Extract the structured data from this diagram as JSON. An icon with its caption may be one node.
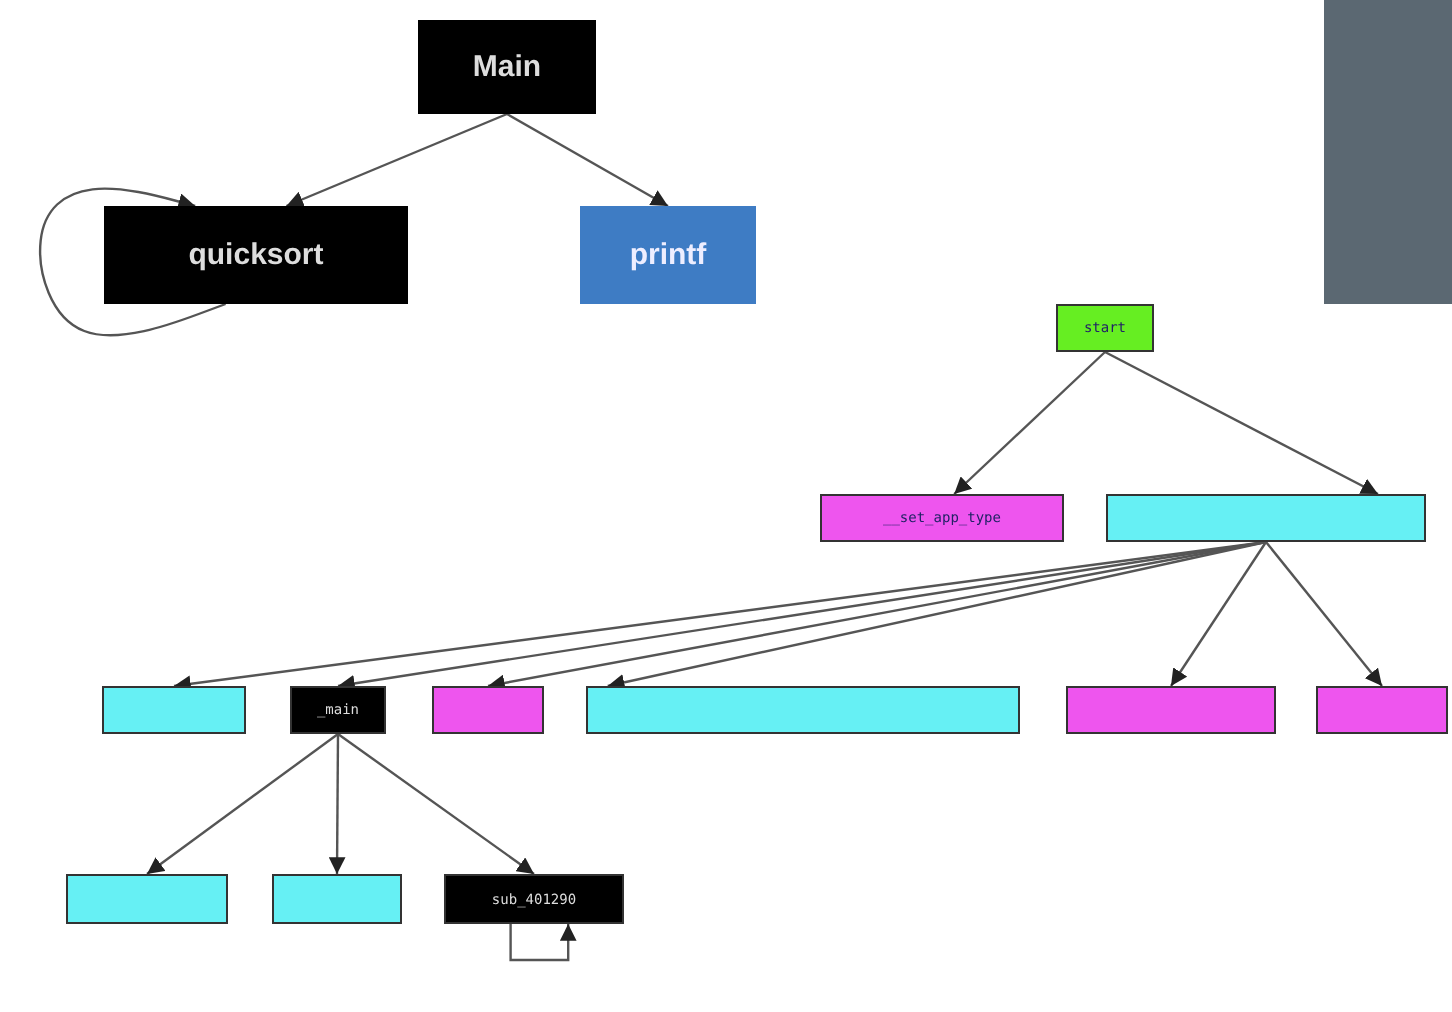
{
  "diagram": {
    "nodes": [
      {
        "text": [
          "Main"
        ]
      },
      {
        "text": [
          "quicksort"
        ]
      },
      {
        "text": [
          "printf"
        ]
      },
      {
        "text": [
          "start"
        ]
      },
      {
        "text": [
          "__set_app_type"
        ]
      },
      {
        "text": [],
        "shape": "box"
      },
      {
        "text": [],
        "shape": "box"
      },
      {
        "text": [
          "_main"
        ]
      },
      {
        "text": [],
        "shape": "box"
      },
      {
        "text": [],
        "shape": "box"
      },
      {
        "text": [],
        "shape": "box"
      },
      {
        "text": [],
        "shape": "box"
      },
      {
        "text": [],
        "shape": "box"
      },
      {
        "text": [],
        "shape": "box"
      },
      {
        "text": [
          "sub_401290"
        ]
      }
    ],
    "edges": [
      {
        "from": 0,
        "to": 1,
        "arrow": "to"
      },
      {
        "from": 0,
        "to": 2,
        "arrow": "to"
      },
      {
        "from": 1,
        "to": 1,
        "arrow": "to"
      },
      {
        "from": 3,
        "to": 4,
        "arrow": "to"
      },
      {
        "from": 3,
        "to": 5,
        "arrow": "to"
      },
      {
        "from": 5,
        "to": 6,
        "arrow": "to"
      },
      {
        "from": 5,
        "to": 7,
        "arrow": "to"
      },
      {
        "from": 5,
        "to": 8,
        "arrow": "to"
      },
      {
        "from": 5,
        "to": 9,
        "arrow": "to"
      },
      {
        "from": 5,
        "to": 10,
        "arrow": "to"
      },
      {
        "from": 5,
        "to": 11,
        "arrow": "to"
      },
      {
        "from": 7,
        "to": 12,
        "arrow": "to"
      },
      {
        "from": 7,
        "to": 13,
        "arrow": "to"
      },
      {
        "from": 7,
        "to": 14,
        "arrow": "to"
      },
      {
        "from": 14,
        "to": 14,
        "arrow": "to"
      }
    ]
  }
}
